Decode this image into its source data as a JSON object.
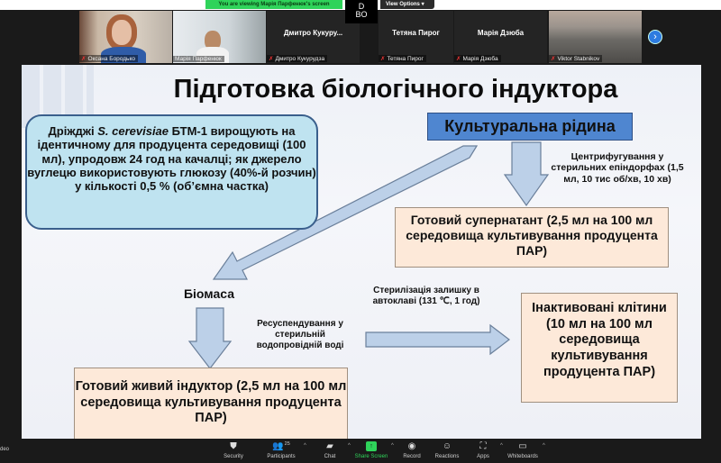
{
  "zoom": {
    "banner": "You are viewing Марія Парфенюк's screen",
    "view_options": "View Options",
    "logo_text": "DBO",
    "participants": [
      {
        "name": "Оксана Бородько",
        "video": true
      },
      {
        "name": "Марія Парфенюк",
        "video": true
      },
      {
        "name": "Дмитро Кукурудза",
        "display": "Дмитро  Кукуру...",
        "video": false
      },
      {
        "name": "Тетяна Пирог",
        "display": "Тетяна Пирог",
        "video": false
      },
      {
        "name": "Марія Дзюба",
        "display": "Марія Дзюба",
        "video": false
      },
      {
        "name": "Viktor Stabnikov",
        "video": true
      }
    ],
    "toolbar": [
      {
        "label": "Security",
        "icon": "shield-icon"
      },
      {
        "label": "Participants",
        "icon": "participants-icon",
        "count": "25"
      },
      {
        "label": "Chat",
        "icon": "chat-icon"
      },
      {
        "label": "Share Screen",
        "icon": "share-screen-icon"
      },
      {
        "label": "Record",
        "icon": "record-icon"
      },
      {
        "label": "Reactions",
        "icon": "reactions-icon"
      },
      {
        "label": "Apps",
        "icon": "apps-icon"
      },
      {
        "label": "Whiteboards",
        "icon": "whiteboard-icon"
      }
    ],
    "video_label": "deo"
  },
  "slide": {
    "title": "Підготовка біологічного індуктора",
    "yeast_pre": "Дріжджі ",
    "yeast_species": "S. cerevisiae",
    "yeast_post": " БТМ-1 вирощують на ідентичному для продуцента середовищі (100 мл), упродовж 24 год на качалці; як джерело вуглецю використовують глюкозу (40%-й розчин) у кількості  0,5 % (об’ємна частка)",
    "culture": "Культуральна рідина",
    "centrifuge": "Центрифугування у стерильних епіндорфах (1,5 мл, 10 тис об/хв, 10 хв)",
    "supernatant": "Готовий супернатант (2,5 мл на 100 мл середовища культивування продуцента ПАР)",
    "biomass": "Біомаса",
    "resuspension": "Ресуспендування у стерильній водопровідній воді",
    "sterilization": "Стерилізація залишку в автоклаві (131 ℃, 1 год)",
    "live_inductor": "Готовий живий індуктор (2,5 мл на 100 мл середовища культивування продуцента ПАР)",
    "inactivated": "Інактивовані клітини (10 мл на 100 мл середовища культивування продуцента ПАР)"
  }
}
